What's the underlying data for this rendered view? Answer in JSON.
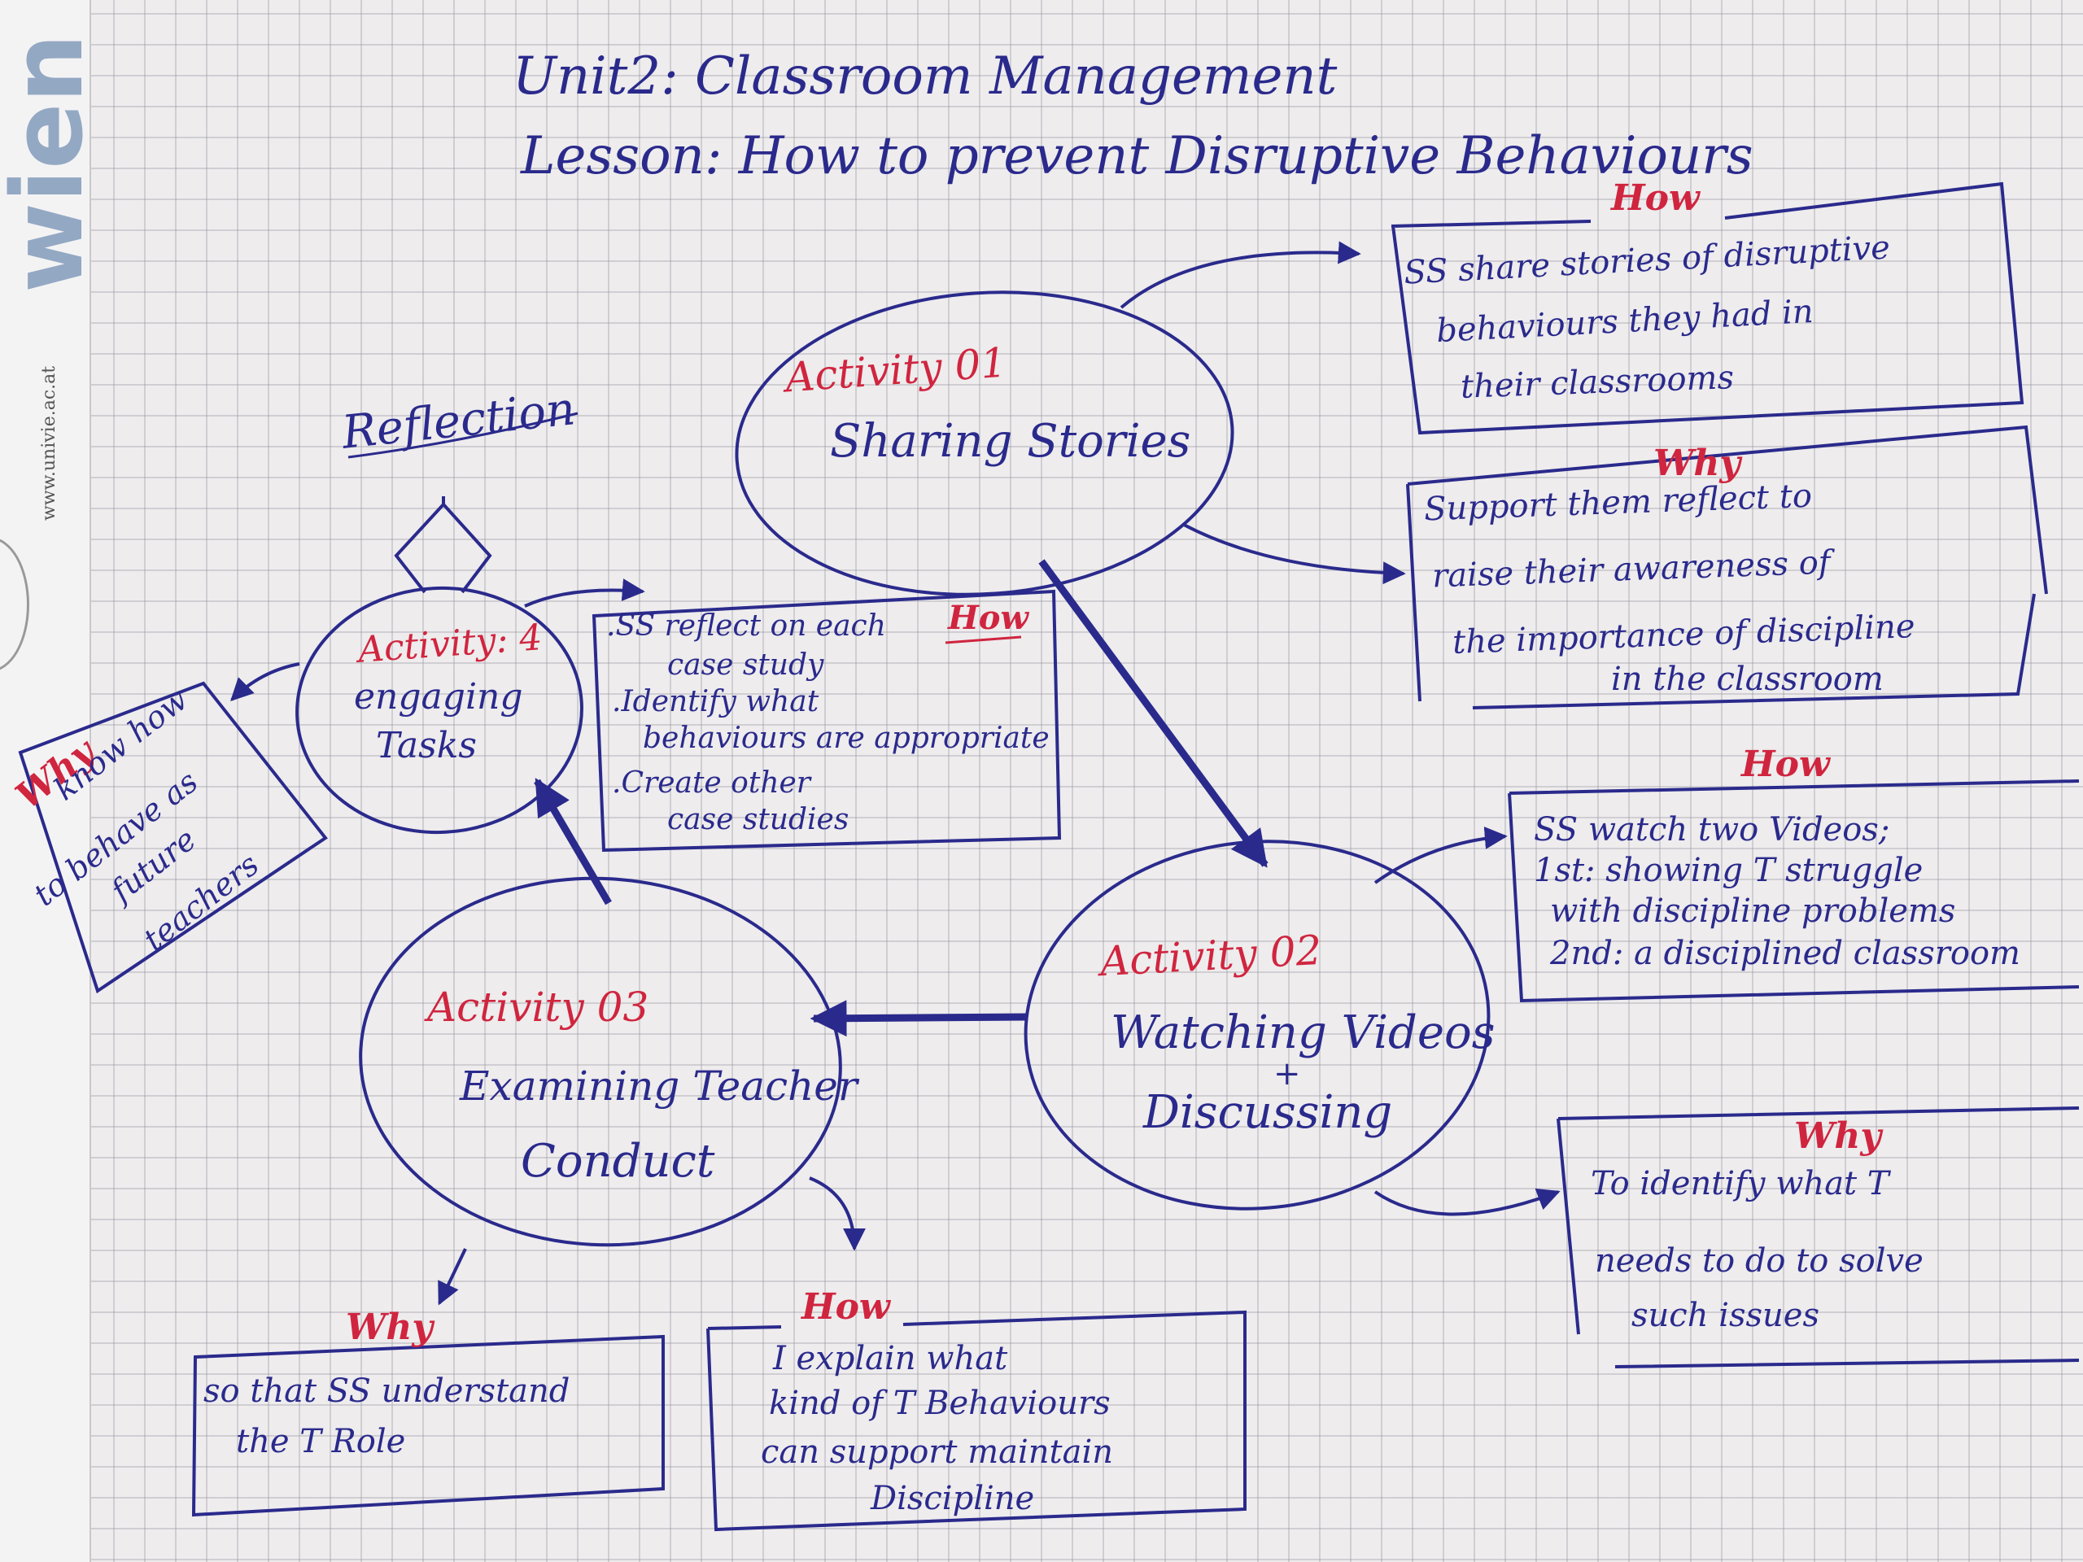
{
  "title": {
    "unit": "Unit2: Classroom Management",
    "lesson": "Lesson: How to prevent Disruptive Behaviours"
  },
  "reflection_label": "Reflection",
  "activities": [
    {
      "number": "Activity 01",
      "name_lines": [
        "Sharing Stories"
      ]
    },
    {
      "number": "Activity 02",
      "name_lines": [
        "Watching Videos",
        "+",
        "Discussing"
      ]
    },
    {
      "number": "Activity 03",
      "name_lines": [
        "Examining Teacher",
        "Conduct"
      ]
    },
    {
      "number": "Activity: 4",
      "name_lines": [
        "engaging",
        "Tasks"
      ]
    }
  ],
  "notes": {
    "a1_how": {
      "tag": "How",
      "lines": [
        "SS share stories of disruptive",
        "behaviours they had in",
        "their classrooms"
      ]
    },
    "a1_why": {
      "tag": "Why",
      "lines": [
        "Support them reflect to",
        "raise their awareness of",
        "the importance of discipline",
        "in the classroom"
      ]
    },
    "a2_how": {
      "tag": "How",
      "lines": [
        "SS watch two Videos;",
        "1st: showing T struggle",
        "with discipline problems",
        "2nd: a disciplined classroom"
      ]
    },
    "a2_why": {
      "tag": "Why",
      "lines": [
        "To identify what T",
        "needs to do to solve",
        "such issues"
      ]
    },
    "a3_why": {
      "tag": "Why",
      "lines": [
        "so that SS understand",
        "the T Role"
      ]
    },
    "a3_how": {
      "tag": "How",
      "lines": [
        "I explain what",
        "kind of T Behaviours",
        "can support maintain",
        "Discipline"
      ]
    },
    "a4_how": {
      "tag": "How",
      "lines": [
        ".SS reflect on each",
        "case study",
        ".Identify what",
        "behaviours are appropriate",
        ".Create other",
        "case studies"
      ]
    },
    "a4_why": {
      "tag": "Why",
      "lines": [
        "know how",
        "to behave as",
        "future",
        "teachers"
      ]
    }
  },
  "margin": {
    "logo": "wien",
    "url": "www.univie.ac.at"
  },
  "colors": {
    "ink": "#2a2a8c",
    "red_ink": "#d0253f",
    "paper": "#eeeced",
    "grid": "#9696a0"
  }
}
